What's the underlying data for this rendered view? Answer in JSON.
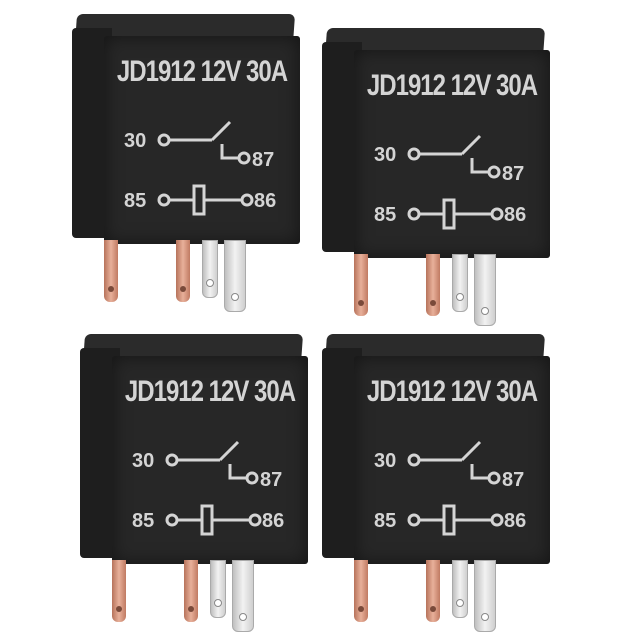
{
  "image": {
    "description": "Product photo of four black automotive relays with printed markings and exposed terminals",
    "background": "#ffffff"
  },
  "relays": [
    {
      "label": "JD1912 12V 30A",
      "pins": {
        "com": "30",
        "no": "87",
        "coil_a": "85",
        "coil_b": "86"
      }
    },
    {
      "label": "JD1912 12V 30A",
      "pins": {
        "com": "30",
        "no": "87",
        "coil_a": "85",
        "coil_b": "86"
      }
    },
    {
      "label": "JD1912 12V 30A",
      "pins": {
        "com": "30",
        "no": "87",
        "coil_a": "85",
        "coil_b": "86"
      }
    },
    {
      "label": "JD1912 12V 30A",
      "pins": {
        "com": "30",
        "no": "87",
        "coil_a": "85",
        "coil_b": "86"
      }
    }
  ],
  "colors": {
    "housing": "#272727",
    "print": "#d4d4d4",
    "copper_pin": "#d9a08a",
    "silver_pin": "#e6e6e6"
  }
}
